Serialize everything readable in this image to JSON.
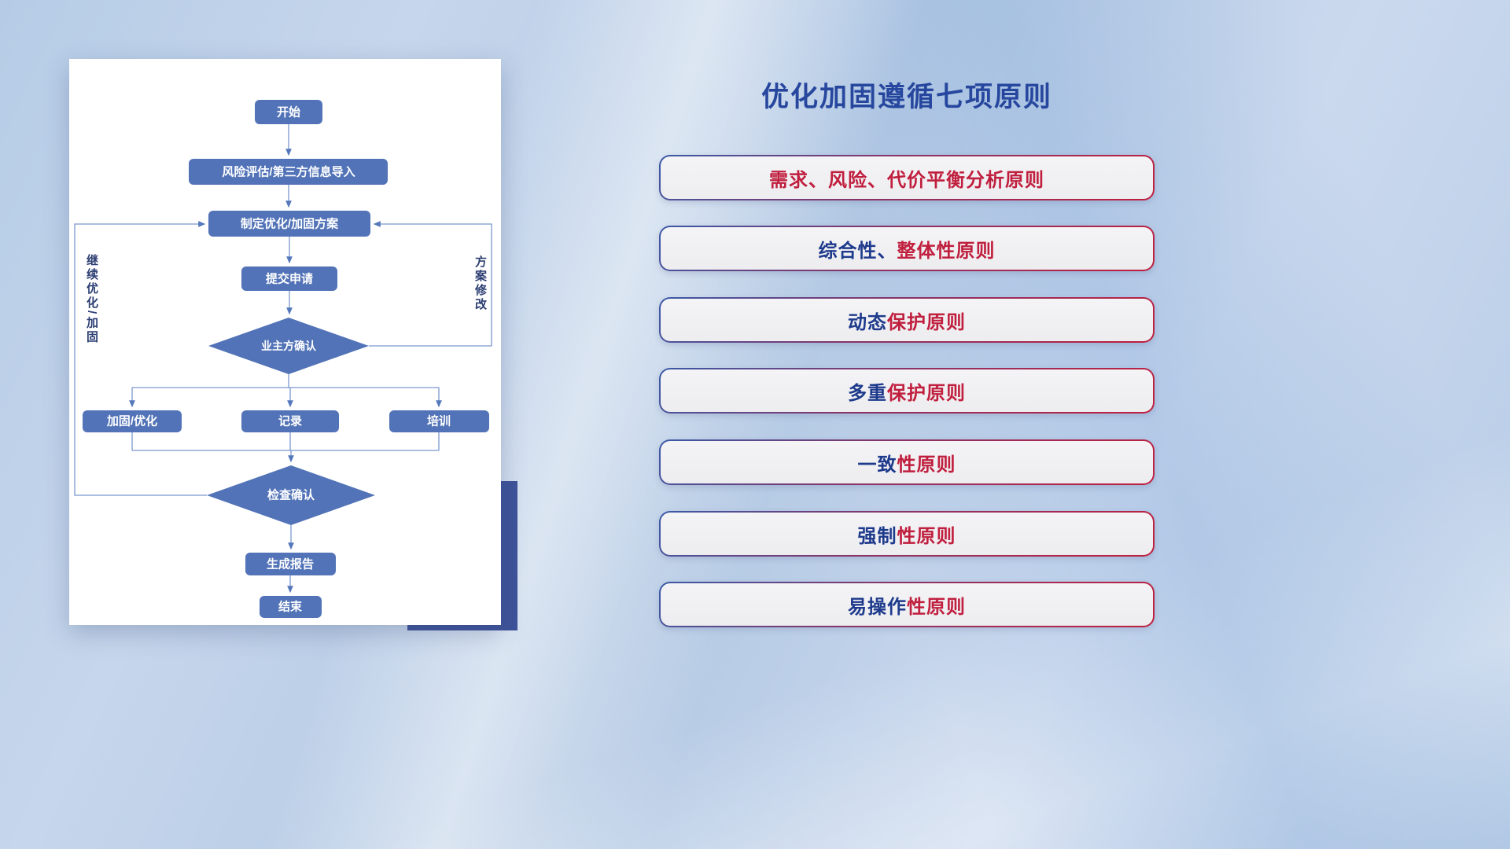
{
  "flowchart": {
    "nodes": {
      "start": "开始",
      "risk_import": "风险评估/第三方信息导入",
      "make_plan": "制定优化/加固方案",
      "submit": "提交申请",
      "owner_confirm": "业主方确认",
      "harden_optimize": "加固/优化",
      "record": "记录",
      "training": "培训",
      "check_confirm": "检查确认",
      "report": "生成报告",
      "end": "结束"
    },
    "labels": {
      "left_loop": "继续优化/加固",
      "right_loop": "方案修改"
    }
  },
  "panel": {
    "title": "优化加固遵循七项原则",
    "principles": [
      {
        "blue": "",
        "red": "需求、风险、代价平衡分析原则"
      },
      {
        "blue": "综合性、",
        "red": "整体性原则"
      },
      {
        "blue": "动态",
        "red": "保护原则"
      },
      {
        "blue": "多重",
        "red": "保护原则"
      },
      {
        "blue": "一致",
        "red": "性原则"
      },
      {
        "blue": "强制",
        "red": "性原则"
      },
      {
        "blue": "易操作",
        "red": "性原则"
      }
    ]
  },
  "colors": {
    "node_fill": "#5273b7",
    "line": "#7b97cf",
    "title_blue": "#27479e",
    "principle_red": "#c01f3e",
    "principle_blue": "#1e3a8c",
    "accent_block": "#3e5399"
  }
}
